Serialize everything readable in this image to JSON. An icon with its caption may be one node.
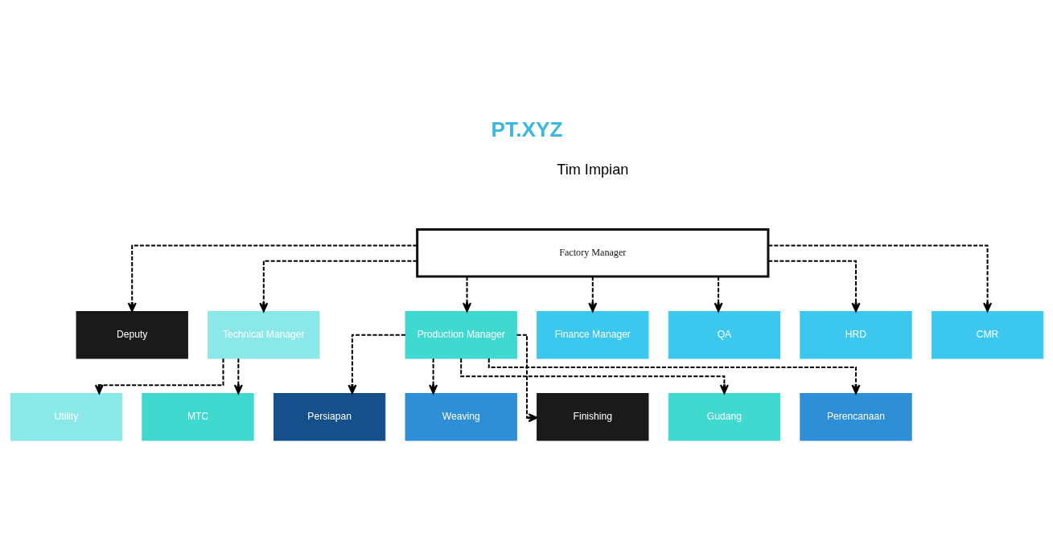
{
  "diagram": {
    "title": "PT.XYZ",
    "nodes": [
      {
        "text": [
          "Factory Manager"
        ]
      },
      {
        "text": [
          "Deputy"
        ]
      },
      {
        "text": [
          "Technical Manager"
        ]
      },
      {
        "text": [
          "Production Manager"
        ]
      },
      {
        "text": [
          "Finance Manager"
        ]
      },
      {
        "text": [
          "QA"
        ]
      },
      {
        "text": [
          "HRD"
        ]
      },
      {
        "text": [
          "CMR"
        ]
      },
      {
        "text": [
          "Utility"
        ]
      },
      {
        "text": [
          "MTC"
        ]
      },
      {
        "text": [
          "Persiapan"
        ]
      },
      {
        "text": [
          "Weaving"
        ]
      },
      {
        "text": [
          "Finishing"
        ]
      },
      {
        "text": [
          "Gudang"
        ]
      },
      {
        "text": [
          "Perencanaan"
        ]
      }
    ],
    "edges": [
      {
        "from": 0,
        "to": 1,
        "arrow": "to",
        "style": "dashed"
      },
      {
        "from": 0,
        "to": 2,
        "arrow": "to",
        "style": "dashed"
      },
      {
        "from": 0,
        "to": 3,
        "arrow": "to",
        "style": "dashed"
      },
      {
        "from": 0,
        "to": 4,
        "arrow": "to",
        "style": "dashed"
      },
      {
        "from": 0,
        "to": 5,
        "arrow": "to",
        "style": "dashed"
      },
      {
        "from": 0,
        "to": 6,
        "arrow": "to",
        "style": "dashed"
      },
      {
        "from": 0,
        "to": 7,
        "arrow": "to",
        "style": "dashed"
      },
      {
        "from": 2,
        "to": 8,
        "arrow": "to",
        "style": "dashed"
      },
      {
        "from": 2,
        "to": 9,
        "arrow": "to",
        "style": "dashed"
      },
      {
        "from": 3,
        "to": 10,
        "arrow": "to",
        "style": "dashed"
      },
      {
        "from": 3,
        "to": 11,
        "arrow": "to",
        "style": "dashed"
      },
      {
        "from": 3,
        "to": 12,
        "arrow": "to",
        "style": "dashed"
      },
      {
        "from": 3,
        "to": 13,
        "arrow": "to",
        "style": "dashed"
      },
      {
        "from": 3,
        "to": 14,
        "arrow": "to",
        "style": "dashed"
      }
    ],
    "labels": [
      "Tim Impian"
    ]
  }
}
